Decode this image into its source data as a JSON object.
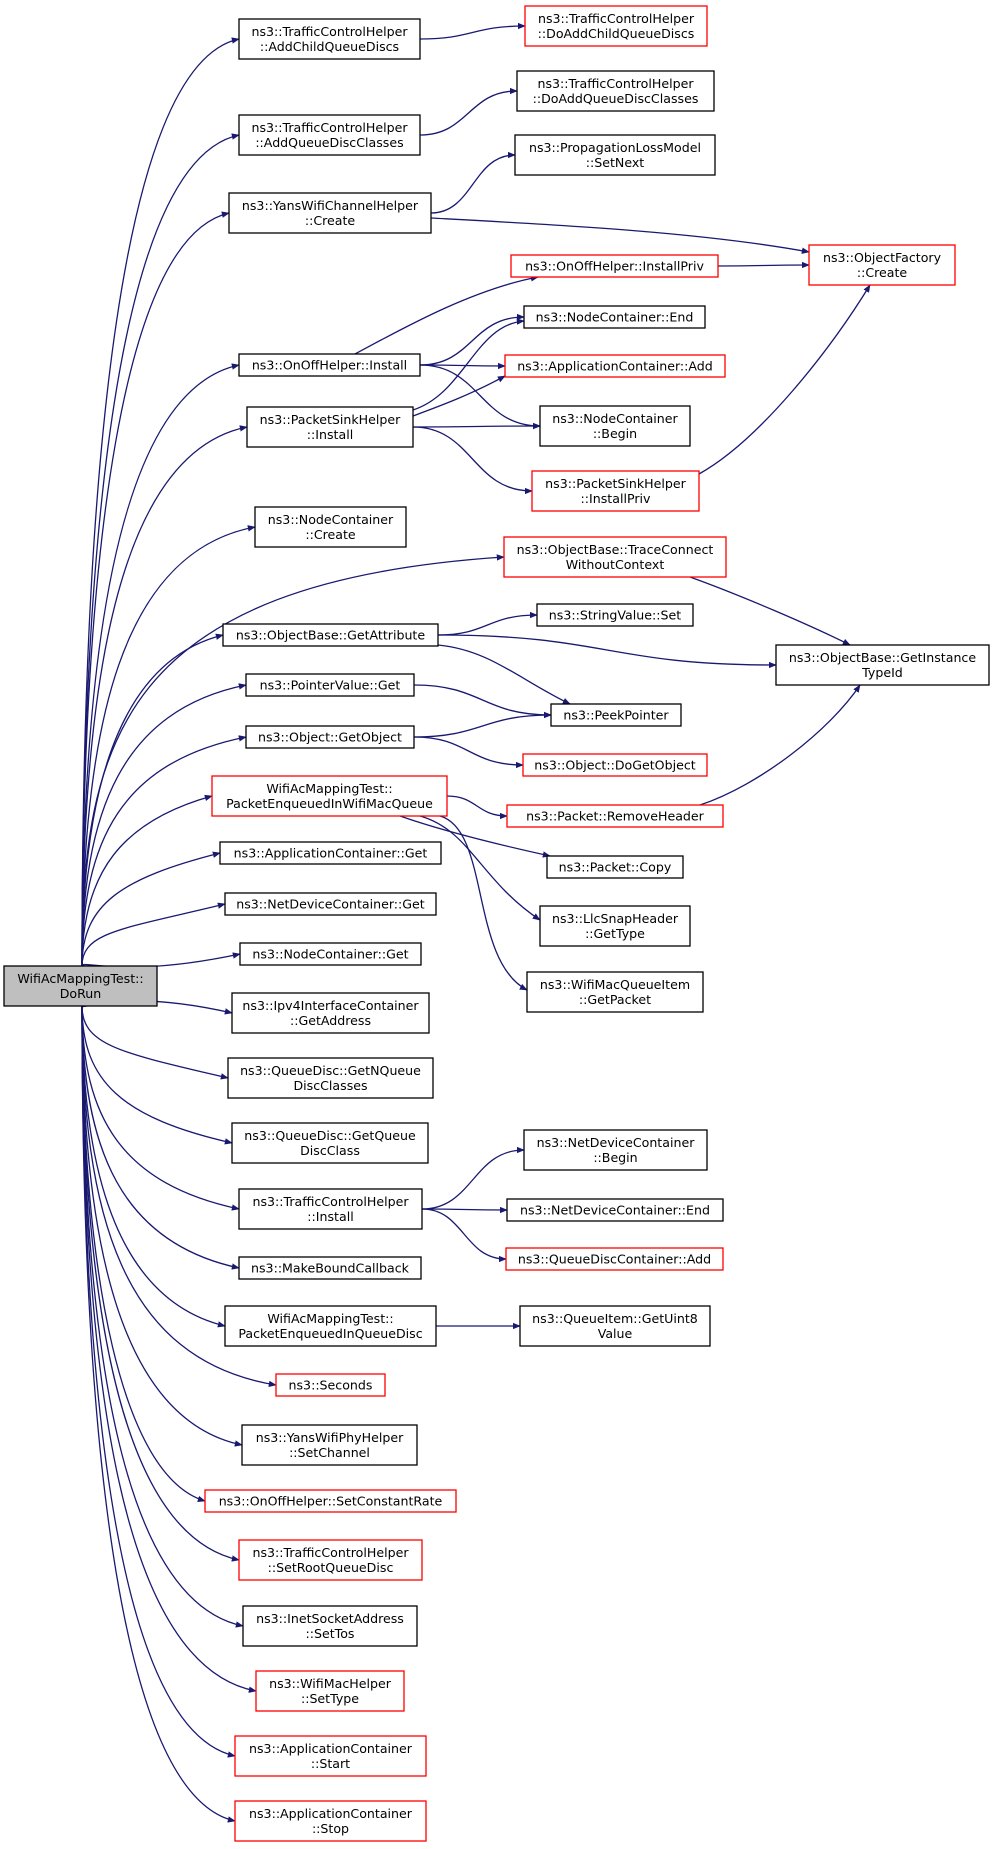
{
  "colors": {
    "edge": "#191970",
    "border_default": "#000000",
    "border_incomplete": "#ff0000",
    "root_fill": "#bfbfbf",
    "node_fill": "#ffffff"
  },
  "nodes": [
    {
      "id": "root",
      "lines": [
        "WifiAcMappingTest::",
        "DoRun"
      ],
      "style": "root"
    },
    {
      "id": "n1",
      "lines": [
        "ns3::TrafficControlHelper",
        "::AddChildQueueDiscs"
      ],
      "style": "default"
    },
    {
      "id": "n2",
      "lines": [
        "ns3::TrafficControlHelper",
        "::DoAddChildQueueDiscs"
      ],
      "style": "incomplete"
    },
    {
      "id": "n3",
      "lines": [
        "ns3::TrafficControlHelper",
        "::AddQueueDiscClasses"
      ],
      "style": "default"
    },
    {
      "id": "n4",
      "lines": [
        "ns3::TrafficControlHelper",
        "::DoAddQueueDiscClasses"
      ],
      "style": "default"
    },
    {
      "id": "n5",
      "lines": [
        "ns3::YansWifiChannelHelper",
        "::Create"
      ],
      "style": "default"
    },
    {
      "id": "n6",
      "lines": [
        "ns3::PropagationLossModel",
        "::SetNext"
      ],
      "style": "default"
    },
    {
      "id": "n7",
      "lines": [
        "ns3::ObjectFactory",
        "::Create"
      ],
      "style": "incomplete"
    },
    {
      "id": "n8",
      "lines": [
        "ns3::OnOffHelper::Install"
      ],
      "style": "default"
    },
    {
      "id": "n9",
      "lines": [
        "ns3::OnOffHelper::InstallPriv"
      ],
      "style": "incomplete"
    },
    {
      "id": "n10",
      "lines": [
        "ns3::NodeContainer::End"
      ],
      "style": "default"
    },
    {
      "id": "n11",
      "lines": [
        "ns3::ApplicationContainer::Add"
      ],
      "style": "incomplete"
    },
    {
      "id": "n12",
      "lines": [
        "ns3::NodeContainer",
        "::Begin"
      ],
      "style": "default"
    },
    {
      "id": "n13",
      "lines": [
        "ns3::PacketSinkHelper",
        "::Install"
      ],
      "style": "default"
    },
    {
      "id": "n14",
      "lines": [
        "ns3::PacketSinkHelper",
        "::InstallPriv"
      ],
      "style": "incomplete"
    },
    {
      "id": "n15",
      "lines": [
        "ns3::NodeContainer",
        "::Create"
      ],
      "style": "default"
    },
    {
      "id": "n16",
      "lines": [
        "ns3::ObjectBase::TraceConnect",
        "WithoutContext"
      ],
      "style": "incomplete"
    },
    {
      "id": "n17",
      "lines": [
        "ns3::ObjectBase::GetInstance",
        "TypeId"
      ],
      "style": "default"
    },
    {
      "id": "n18",
      "lines": [
        "ns3::ObjectBase::GetAttribute"
      ],
      "style": "default"
    },
    {
      "id": "n19",
      "lines": [
        "ns3::StringValue::Set"
      ],
      "style": "default"
    },
    {
      "id": "n20",
      "lines": [
        "ns3::PeekPointer"
      ],
      "style": "default"
    },
    {
      "id": "n21",
      "lines": [
        "ns3::PointerValue::Get"
      ],
      "style": "default"
    },
    {
      "id": "n22",
      "lines": [
        "ns3::Object::GetObject"
      ],
      "style": "default"
    },
    {
      "id": "n23",
      "lines": [
        "ns3::Object::DoGetObject"
      ],
      "style": "incomplete"
    },
    {
      "id": "n24",
      "lines": [
        "WifiAcMappingTest::",
        "PacketEnqueuedInWifiMacQueue"
      ],
      "style": "incomplete"
    },
    {
      "id": "n25",
      "lines": [
        "ns3::Packet::RemoveHeader"
      ],
      "style": "incomplete"
    },
    {
      "id": "n26",
      "lines": [
        "ns3::Packet::Copy"
      ],
      "style": "default"
    },
    {
      "id": "n27",
      "lines": [
        "ns3::LlcSnapHeader",
        "::GetType"
      ],
      "style": "default"
    },
    {
      "id": "n28",
      "lines": [
        "ns3::WifiMacQueueItem",
        "::GetPacket"
      ],
      "style": "default"
    },
    {
      "id": "n29",
      "lines": [
        "ns3::ApplicationContainer::Get"
      ],
      "style": "default"
    },
    {
      "id": "n30",
      "lines": [
        "ns3::NetDeviceContainer::Get"
      ],
      "style": "default"
    },
    {
      "id": "n31",
      "lines": [
        "ns3::NodeContainer::Get"
      ],
      "style": "default"
    },
    {
      "id": "n32",
      "lines": [
        "ns3::Ipv4InterfaceContainer",
        "::GetAddress"
      ],
      "style": "default"
    },
    {
      "id": "n33",
      "lines": [
        "ns3::QueueDisc::GetNQueue",
        "DiscClasses"
      ],
      "style": "default"
    },
    {
      "id": "n34",
      "lines": [
        "ns3::QueueDisc::GetQueue",
        "DiscClass"
      ],
      "style": "default"
    },
    {
      "id": "n35",
      "lines": [
        "ns3::TrafficControlHelper",
        "::Install"
      ],
      "style": "default"
    },
    {
      "id": "n36",
      "lines": [
        "ns3::NetDeviceContainer",
        "::Begin"
      ],
      "style": "default"
    },
    {
      "id": "n37",
      "lines": [
        "ns3::NetDeviceContainer::End"
      ],
      "style": "default"
    },
    {
      "id": "n38",
      "lines": [
        "ns3::QueueDiscContainer::Add"
      ],
      "style": "incomplete"
    },
    {
      "id": "n39",
      "lines": [
        "ns3::MakeBoundCallback"
      ],
      "style": "default"
    },
    {
      "id": "n40",
      "lines": [
        "WifiAcMappingTest::",
        "PacketEnqueuedInQueueDisc"
      ],
      "style": "default"
    },
    {
      "id": "n41",
      "lines": [
        "ns3::QueueItem::GetUint8",
        "Value"
      ],
      "style": "default"
    },
    {
      "id": "n42",
      "lines": [
        "ns3::Seconds"
      ],
      "style": "incomplete"
    },
    {
      "id": "n43",
      "lines": [
        "ns3::YansWifiPhyHelper",
        "::SetChannel"
      ],
      "style": "default"
    },
    {
      "id": "n44",
      "lines": [
        "ns3::OnOffHelper::SetConstantRate"
      ],
      "style": "incomplete"
    },
    {
      "id": "n45",
      "lines": [
        "ns3::TrafficControlHelper",
        "::SetRootQueueDisc"
      ],
      "style": "incomplete"
    },
    {
      "id": "n46",
      "lines": [
        "ns3::InetSocketAddress",
        "::SetTos"
      ],
      "style": "default"
    },
    {
      "id": "n47",
      "lines": [
        "ns3::WifiMacHelper",
        "::SetType"
      ],
      "style": "incomplete"
    },
    {
      "id": "n48",
      "lines": [
        "ns3::ApplicationContainer",
        "::Start"
      ],
      "style": "incomplete"
    },
    {
      "id": "n49",
      "lines": [
        "ns3::ApplicationContainer",
        "::Stop"
      ],
      "style": "incomplete"
    }
  ],
  "edges": [
    [
      "root",
      "n1"
    ],
    [
      "root",
      "n3"
    ],
    [
      "root",
      "n5"
    ],
    [
      "root",
      "n8"
    ],
    [
      "root",
      "n13"
    ],
    [
      "root",
      "n15"
    ],
    [
      "root",
      "n16"
    ],
    [
      "root",
      "n18"
    ],
    [
      "root",
      "n21"
    ],
    [
      "root",
      "n22"
    ],
    [
      "root",
      "n24"
    ],
    [
      "root",
      "n29"
    ],
    [
      "root",
      "n30"
    ],
    [
      "root",
      "n31"
    ],
    [
      "root",
      "n32"
    ],
    [
      "root",
      "n33"
    ],
    [
      "root",
      "n34"
    ],
    [
      "root",
      "n35"
    ],
    [
      "root",
      "n39"
    ],
    [
      "root",
      "n40"
    ],
    [
      "root",
      "n42"
    ],
    [
      "root",
      "n43"
    ],
    [
      "root",
      "n44"
    ],
    [
      "root",
      "n45"
    ],
    [
      "root",
      "n46"
    ],
    [
      "root",
      "n47"
    ],
    [
      "root",
      "n48"
    ],
    [
      "root",
      "n49"
    ],
    [
      "n1",
      "n2"
    ],
    [
      "n3",
      "n4"
    ],
    [
      "n5",
      "n6"
    ],
    [
      "n5",
      "n7"
    ],
    [
      "n8",
      "n9"
    ],
    [
      "n8",
      "n10"
    ],
    [
      "n8",
      "n11"
    ],
    [
      "n8",
      "n12"
    ],
    [
      "n9",
      "n7"
    ],
    [
      "n13",
      "n10"
    ],
    [
      "n13",
      "n11"
    ],
    [
      "n13",
      "n12"
    ],
    [
      "n13",
      "n14"
    ],
    [
      "n14",
      "n7"
    ],
    [
      "n16",
      "n17"
    ],
    [
      "n18",
      "n19"
    ],
    [
      "n18",
      "n17"
    ],
    [
      "n18",
      "n20"
    ],
    [
      "n21",
      "n20"
    ],
    [
      "n22",
      "n20"
    ],
    [
      "n22",
      "n23"
    ],
    [
      "n24",
      "n25"
    ],
    [
      "n24",
      "n26"
    ],
    [
      "n24",
      "n27"
    ],
    [
      "n24",
      "n28"
    ],
    [
      "n25",
      "n17"
    ],
    [
      "n35",
      "n36"
    ],
    [
      "n35",
      "n37"
    ],
    [
      "n35",
      "n38"
    ],
    [
      "n40",
      "n41"
    ]
  ]
}
